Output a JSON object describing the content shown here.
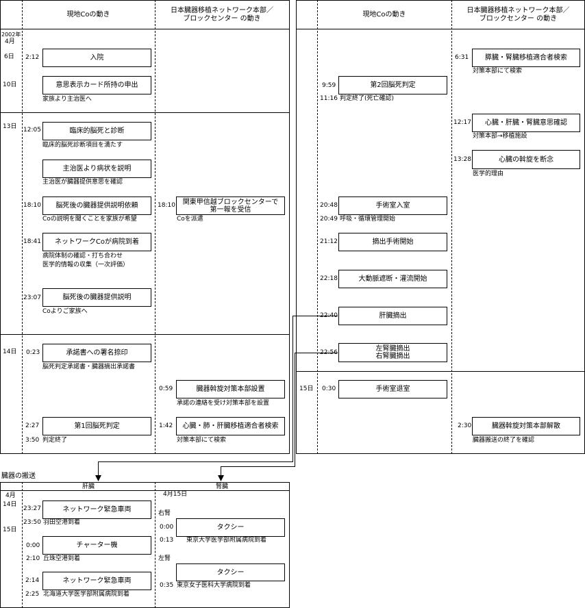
{
  "header": {
    "co_col": "現地Coの動き",
    "net_col_l1": "日本臓器移植ネットワーク本部／",
    "net_col_l2": "ブロックセンター の動き"
  },
  "left": {
    "year": "2002年",
    "month": "4月",
    "d6": "6日",
    "d10": "10日",
    "d13": "13日",
    "d14": "14日",
    "events": [
      {
        "time": "2:12",
        "label": "入院",
        "note": ""
      },
      {
        "time": "",
        "label": "意思表示カード所持の申出",
        "note": "家族より主治医へ"
      },
      {
        "time": "12:05",
        "label": "臨床的脳死と診断",
        "note": "臨床的脳死診断項目を満たす"
      },
      {
        "time": "",
        "label": "主治医より病状を説明",
        "note": "主治医が臓器提供意思を確認"
      },
      {
        "time": "18:10",
        "label": "脳死後の臓器提供説明依頼",
        "note": "Coの説明を聞くことを家族が希望"
      },
      {
        "time": "18:41",
        "label": "ネットワークCoが病院到着",
        "note": "病院体制の確認・打ち合わせ",
        "note2": "医学的情報の収集（一次評価）"
      },
      {
        "time": "23:07",
        "label": "脳死後の臓器提供説明",
        "note": "Coよりご家族へ"
      },
      {
        "time": "0:23",
        "label": "承諾書への署名捺印",
        "note": "脳死判定承諾書・臓器摘出承諾書"
      },
      {
        "time": "2:27",
        "label": "第1回脳死判定",
        "note": "判定終了",
        "time2": "3:50"
      }
    ],
    "net_events": [
      {
        "time": "18:10",
        "l1": "関東甲信越ブロックセンターで",
        "l2": "第一報を受信",
        "note": "Coを派遣"
      },
      {
        "time": "0:59",
        "label": "臓器斡旋対策本部設置",
        "note": "承諾の連絡を受け対策本部を設置"
      },
      {
        "time": "1:42",
        "label": "心臓・肺・肝臓移植適合者検索",
        "note": "対策本部にて検索"
      }
    ]
  },
  "right": {
    "d15": "15日",
    "events": [
      {
        "time": "9:59",
        "label": "第2回脳死判定",
        "time2": "11:16",
        "note": "判定終了(死亡確認)"
      },
      {
        "time": "20:48",
        "label": "手術室入室",
        "time2": "20:49",
        "note": "呼吸・循環管理開始"
      },
      {
        "time": "21:12",
        "label": "摘出手術開始"
      },
      {
        "time": "22:18",
        "label": "大動脈遮断・灌流開始"
      },
      {
        "time": "22:40",
        "label": "肝臓摘出"
      },
      {
        "time": "22:56",
        "l1": "左腎臓摘出",
        "l2": "右腎臓摘出"
      },
      {
        "time": "0:30",
        "label": "手術室退室"
      }
    ],
    "net_events": [
      {
        "time": "6:31",
        "label": "膵臓・腎臓移植適合者検索",
        "note": "対策本部にて検索"
      },
      {
        "time": "12:17",
        "label": "心臓・肝臓・腎臓意思確認",
        "note": "対策本部→移植施設"
      },
      {
        "time": "13:28",
        "label": "心臓の斡旋を断念",
        "note": "医学的理由"
      },
      {
        "time": "2:30",
        "label": "臓器斡旋対策本部解散",
        "note": "臓器搬送の終了を確認"
      }
    ]
  },
  "transport": {
    "title": "臓器の搬送",
    "liver_col": "肝臓",
    "kidney_col": "腎臓",
    "month": "4月",
    "d14": "14日",
    "d15": "15日",
    "kidney_date": "4月15日",
    "right_kidney": "右腎",
    "left_kidney": "左腎",
    "liver": [
      {
        "time": "23:27",
        "label": "ネットワーク緊急車両",
        "time2": "23:50",
        "note": "羽田空港到着"
      },
      {
        "time": "0:00",
        "label": "チャーター機",
        "time2": "2:10",
        "note": "丘珠空港到着"
      },
      {
        "time": "2:14",
        "label": "ネットワーク緊急車両",
        "time2": "2:25",
        "note": "北海道大学医学部附属病院到着"
      }
    ],
    "kidney": [
      {
        "time": "0:00",
        "label": "タクシー",
        "time2": "0:13",
        "note": "東京大学医学部附属病院到着"
      },
      {
        "time": "",
        "label": "タクシー",
        "time2": "0:35",
        "note": "東京女子医科大学病院到着"
      }
    ]
  }
}
